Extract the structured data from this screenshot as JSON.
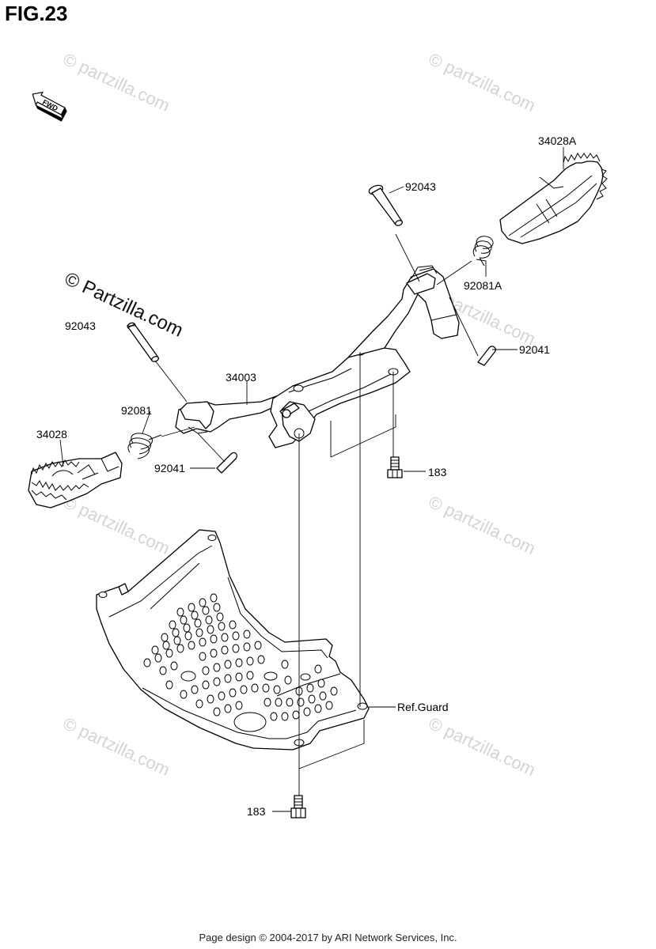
{
  "figure": {
    "title": "FIG.23"
  },
  "direction_marker": {
    "text": "FWD",
    "icon": "forward-arrow-icon"
  },
  "watermark": {
    "repeated": "© partzilla.com",
    "prominent": "© Partzilla.com"
  },
  "callouts": {
    "p34028A": "34028A",
    "p92043_right": "92043",
    "p92081A": "92081A",
    "p92041_right": "92041",
    "p92043_left": "92043",
    "p34003": "34003",
    "p92081": "92081",
    "p34028": "34028",
    "p92041_left": "92041",
    "p183_top": "183",
    "p183_bottom": "183",
    "ref_guard": "Ref.Guard"
  },
  "footer": {
    "text": "Page design © 2004-2017 by ARI Network Services, Inc."
  }
}
